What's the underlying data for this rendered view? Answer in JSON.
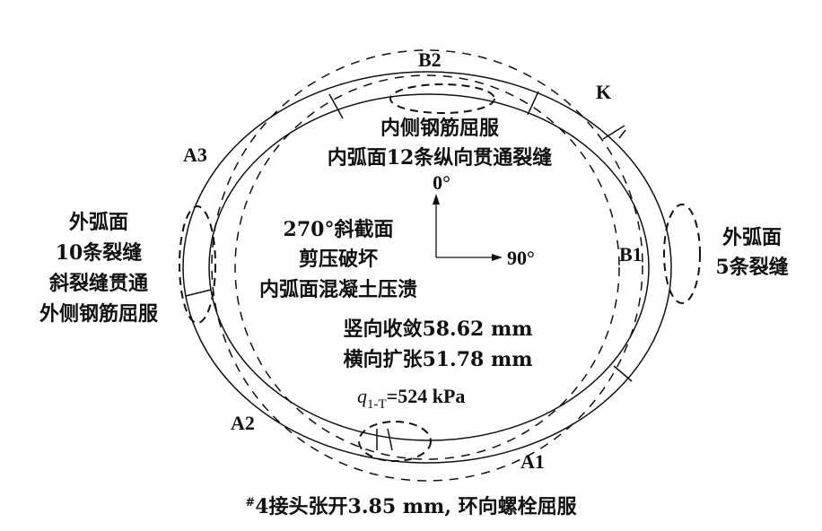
{
  "segments": {
    "B2": "B2",
    "K": "K",
    "A3": "A3",
    "B1": "B1",
    "A2": "A2",
    "A1": "A1"
  },
  "top_note": [
    "内侧钢筋屈服",
    "内弧面12条纵向贯通裂缝"
  ],
  "left_note": [
    "外弧面",
    "10条裂缝",
    "斜裂缝贯通",
    "外侧钢筋屈服"
  ],
  "right_note": [
    "外弧面",
    "5条裂缝"
  ],
  "center_note": [
    "270°斜截面",
    "剪压破坏",
    "内弧面混凝土压溃"
  ],
  "axes": {
    "up": "0°",
    "right": "90°"
  },
  "deformation": [
    "竖向收敛58.62 mm",
    "横向扩张51.78 mm"
  ],
  "load": {
    "symbol": "q",
    "subscript": "1-T",
    "value": "=524 kPa"
  },
  "caption": {
    "sup": "#",
    "text": "4接头张开3.85 mm, 环向螺栓屈服"
  }
}
